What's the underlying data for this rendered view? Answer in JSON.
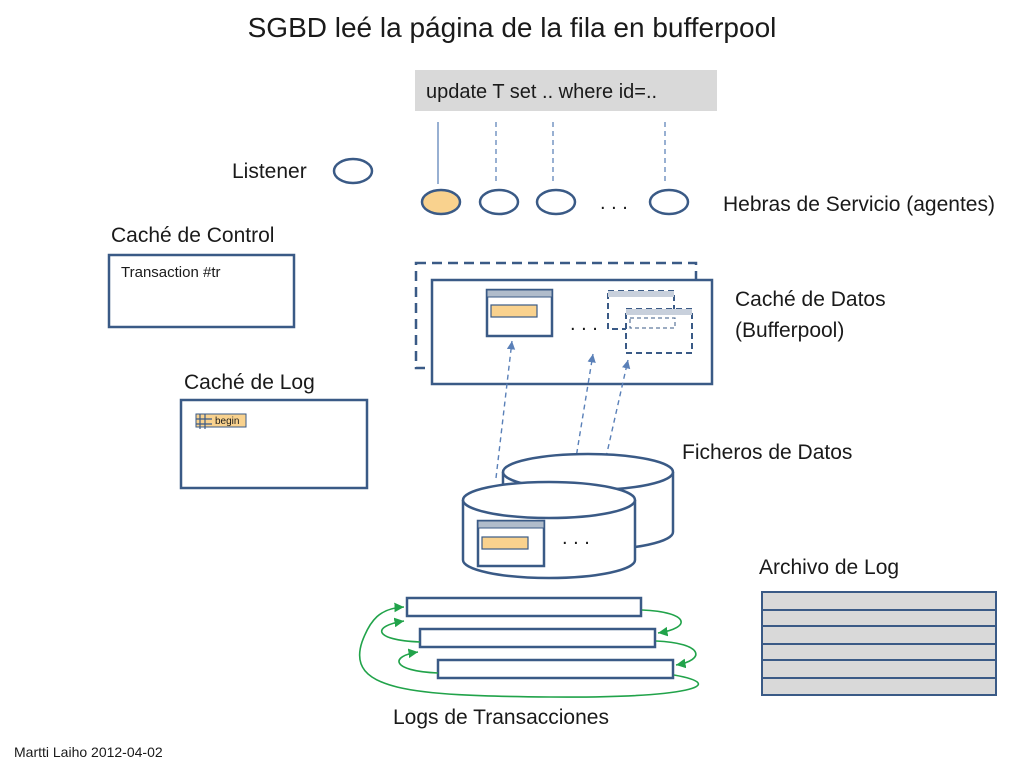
{
  "title": "SGBD leé la página de la fila en bufferpool",
  "sql_statement": "update T set .. where id=..",
  "labels": {
    "listener": "Listener",
    "service_threads": "Hebras de Servicio (agentes)",
    "control_cache": "Caché de Control",
    "transaction": "Transaction #tr",
    "data_cache_line1": "Caché de Datos",
    "data_cache_line2": "(Bufferpool)",
    "log_cache": "Caché de Log",
    "log_begin": "begin",
    "data_files": "Ficheros de Datos",
    "log_archive": "Archivo de Log",
    "transaction_logs": "Logs de Transacciones",
    "ellipsis": ". . ."
  },
  "footer": "Martti Laiho 2012-04-02",
  "colors": {
    "box_stroke": "#3a5a86",
    "highlight_fill": "#f9d28e",
    "sql_bg": "#d9d9d9",
    "archive_fill": "#d9d9d9",
    "loop_arrows": "#21a34a",
    "connector": "#6c8fbf"
  }
}
